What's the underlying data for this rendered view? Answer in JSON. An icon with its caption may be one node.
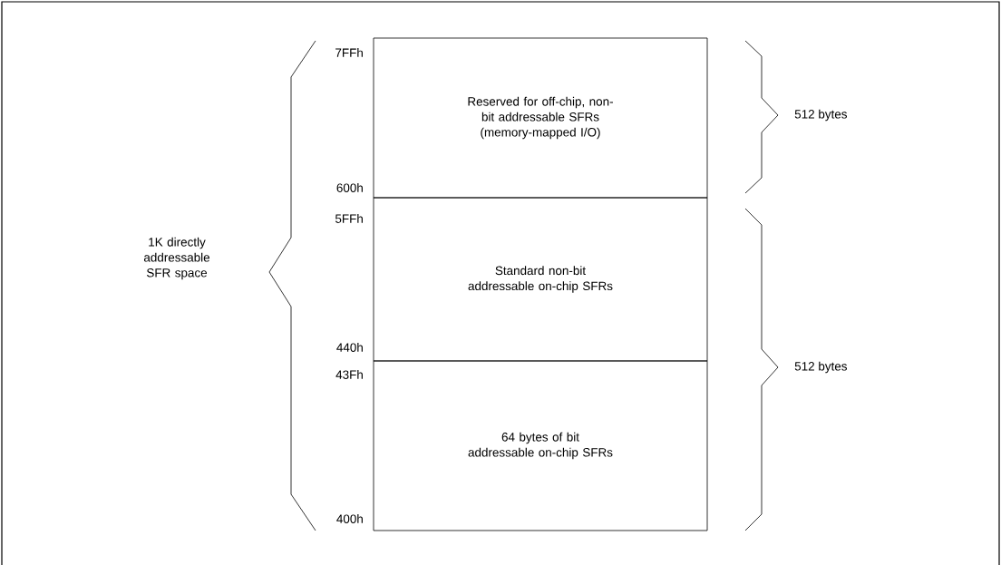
{
  "diagram": {
    "nodes": [
      {
        "text": [
          "Reserved for off-chip, non-bit addressable SFRs (memory-mapped I/O)"
        ]
      },
      {
        "text": [
          "Standard non-bit addressable on-chip SFRs"
        ]
      },
      {
        "text": [
          "64 bytes of bit addressable on-chip SFRs"
        ]
      }
    ],
    "labels": [
      "7FFh",
      "512 bytes",
      "600h",
      "5FFh",
      "1K directly addressable SFR space",
      "440h",
      "43Fh",
      "512 bytes",
      "400h"
    ]
  }
}
